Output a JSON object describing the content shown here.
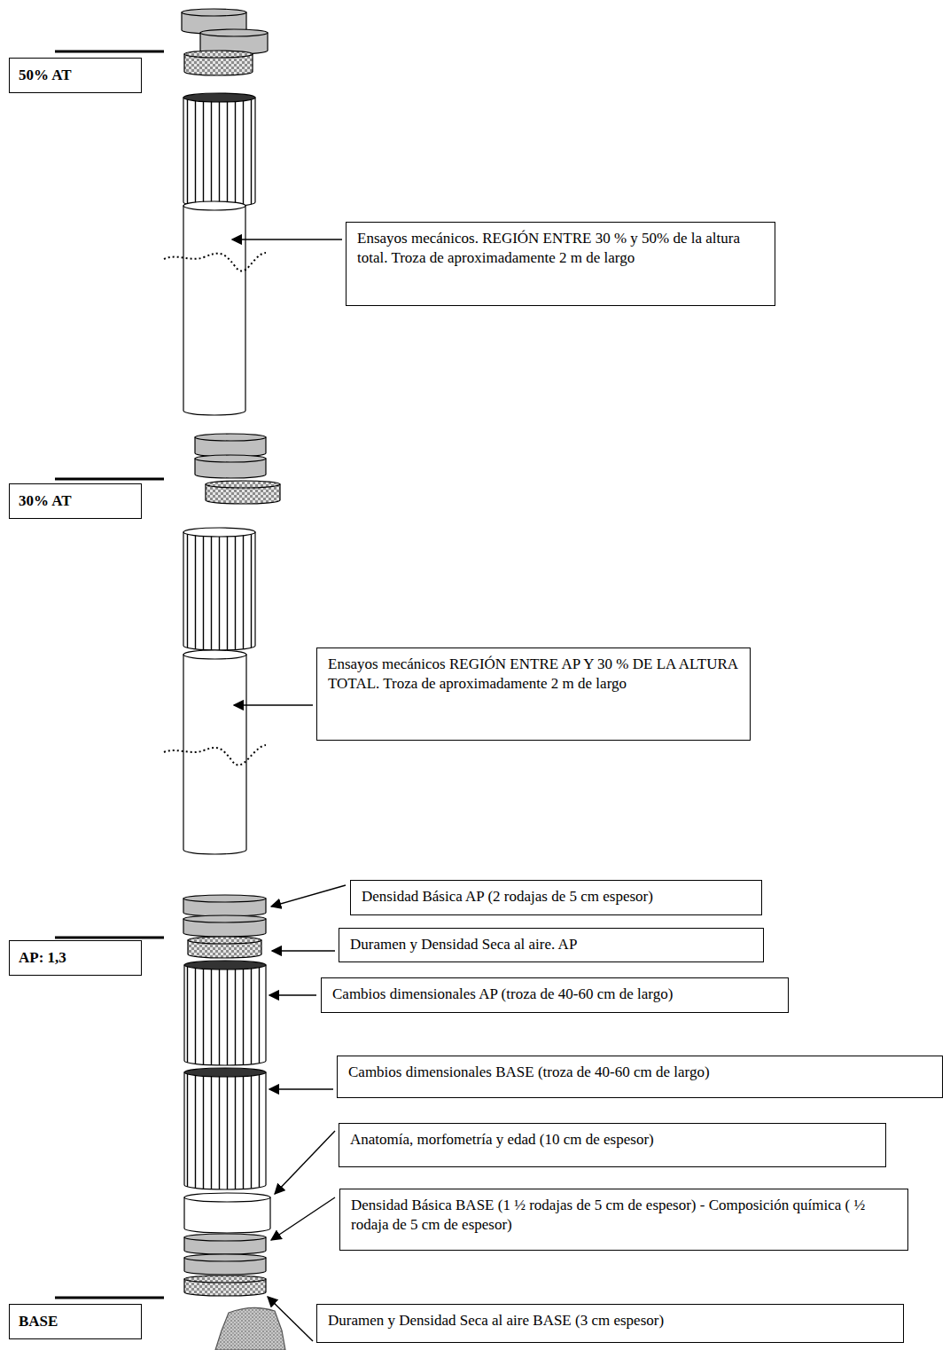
{
  "diagram": {
    "nodes": [
      {
        "text": [
          "50% AT"
        ]
      },
      {
        "text": [
          "Ensayos mecánicos. REGIÓN ENTRE 30 % y 50% de la altura total. Troza de aproximadamente 2 m de largo"
        ]
      },
      {
        "text": [
          "30% AT"
        ]
      },
      {
        "text": [
          "Ensayos mecánicos REGIÓN ENTRE AP Y 30 % DE LA ALTURA TOTAL. Troza de aproximadamente 2 m de largo"
        ]
      },
      {
        "text": [
          "Densidad Básica AP (2 rodajas de 5 cm espesor)"
        ]
      },
      {
        "text": [
          "Duramen y Densidad Seca al aire. AP"
        ]
      },
      {
        "text": [
          "AP: 1,3"
        ]
      },
      {
        "text": [
          "Cambios dimensionales AP (troza de 40-60 cm de largo)"
        ]
      },
      {
        "text": [
          "Cambios dimensionales BASE (troza de 40-60 cm de largo)"
        ]
      },
      {
        "text": [
          "Anatomía, morfometría y edad (10 cm de espesor)"
        ]
      },
      {
        "text": [
          "Densidad Básica BASE (1 ½ rodajas de 5 cm de espesor) - Composición química ( ½ rodaja de 5 cm de espesor)"
        ]
      },
      {
        "text": [
          "BASE"
        ]
      },
      {
        "text": [
          "Duramen y Densidad Seca al aire BASE (3 cm espesor)"
        ]
      }
    ]
  }
}
